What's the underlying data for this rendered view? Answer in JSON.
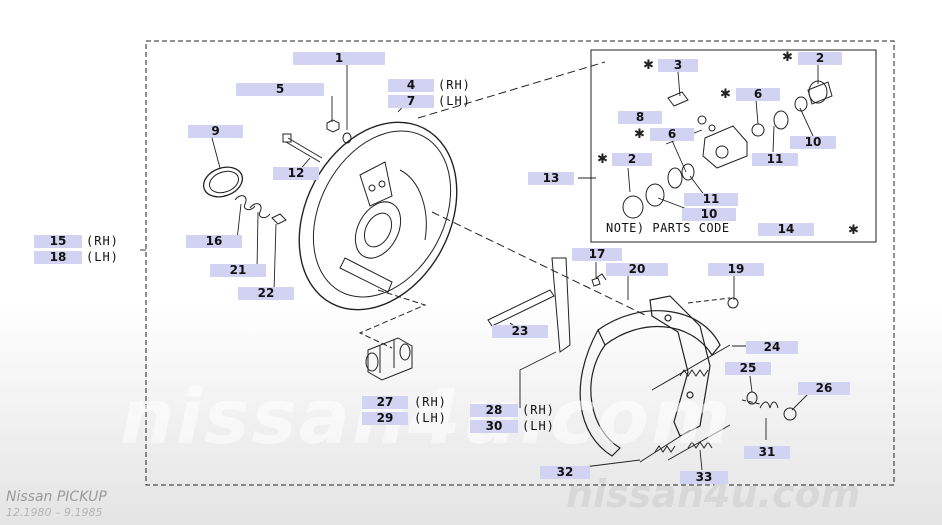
{
  "callouts": {
    "c1": "1",
    "c2a": "2",
    "c2b": "2",
    "c3": "3",
    "c4": "4",
    "c5": "5",
    "c6a": "6",
    "c6b": "6",
    "c7": "7",
    "c8": "8",
    "c9": "9",
    "c10a": "10",
    "c10b": "10",
    "c11a": "11",
    "c11b": "11",
    "c12": "12",
    "c13": "13",
    "c14": "14",
    "c15": "15",
    "c16": "16",
    "c17": "17",
    "c18": "18",
    "c19": "19",
    "c20": "20",
    "c21": "21",
    "c22": "22",
    "c23": "23",
    "c24": "24",
    "c25": "25",
    "c26": "26",
    "c27": "27",
    "c28": "28",
    "c29": "29",
    "c30": "30",
    "c31": "31",
    "c32": "32",
    "c33": "33"
  },
  "side": {
    "rh": "(RH)",
    "lh": "(LH)"
  },
  "note": {
    "text": "NOTE) PARTS CODE",
    "star": "✱"
  },
  "watermark": {
    "main": "nissan4u.com",
    "brand": "nissan4u.com"
  },
  "footer": {
    "model": "Nissan PICKUP",
    "dates": "12.1980 – 9.1985"
  },
  "colors": {
    "label_bg": "#d2d2f2",
    "line": "#222222"
  }
}
